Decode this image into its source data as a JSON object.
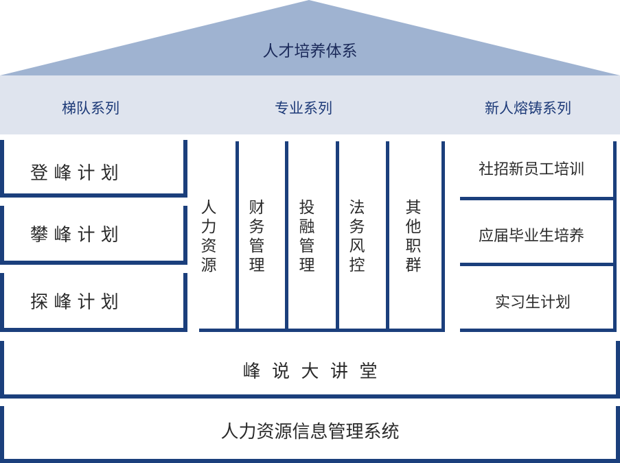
{
  "roof": {
    "title": "人才培养体系"
  },
  "beam": {
    "series": [
      "梯队系列",
      "专业系列",
      "新人熔铸系列"
    ]
  },
  "ladder": {
    "plans": [
      "登 峰 计 划",
      "攀 峰 计 划",
      "探 峰 计 划"
    ]
  },
  "professional": {
    "columns": [
      "人力资源",
      "财务管理",
      "投融管理",
      "法务风控",
      "其他职群"
    ]
  },
  "newcomer": {
    "items": [
      "社招新员工培训",
      "应届毕业生培养",
      "实习生计划"
    ]
  },
  "foundation": {
    "forum": "峰  说  大  讲  堂",
    "system": "人力资源信息管理系统"
  },
  "colors": {
    "roof": "#9fb3d1",
    "beam": "#dfe4ee",
    "frame": "#1b3f7c",
    "title_text": "#1b2a5a",
    "series_text": "#1d3a78"
  }
}
